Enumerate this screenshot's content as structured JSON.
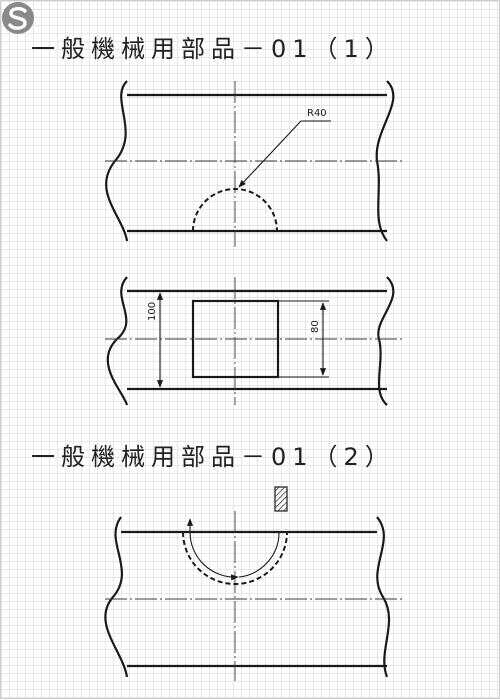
{
  "headings": {
    "part1": "一般機械用部品－01（1）",
    "part2": "一般機械用部品－01（2）"
  },
  "annotations": {
    "radius": "R40",
    "dim_height_outer": "100",
    "dim_height_inner": "80"
  },
  "icons": {
    "logo": "s-logo-icon"
  }
}
